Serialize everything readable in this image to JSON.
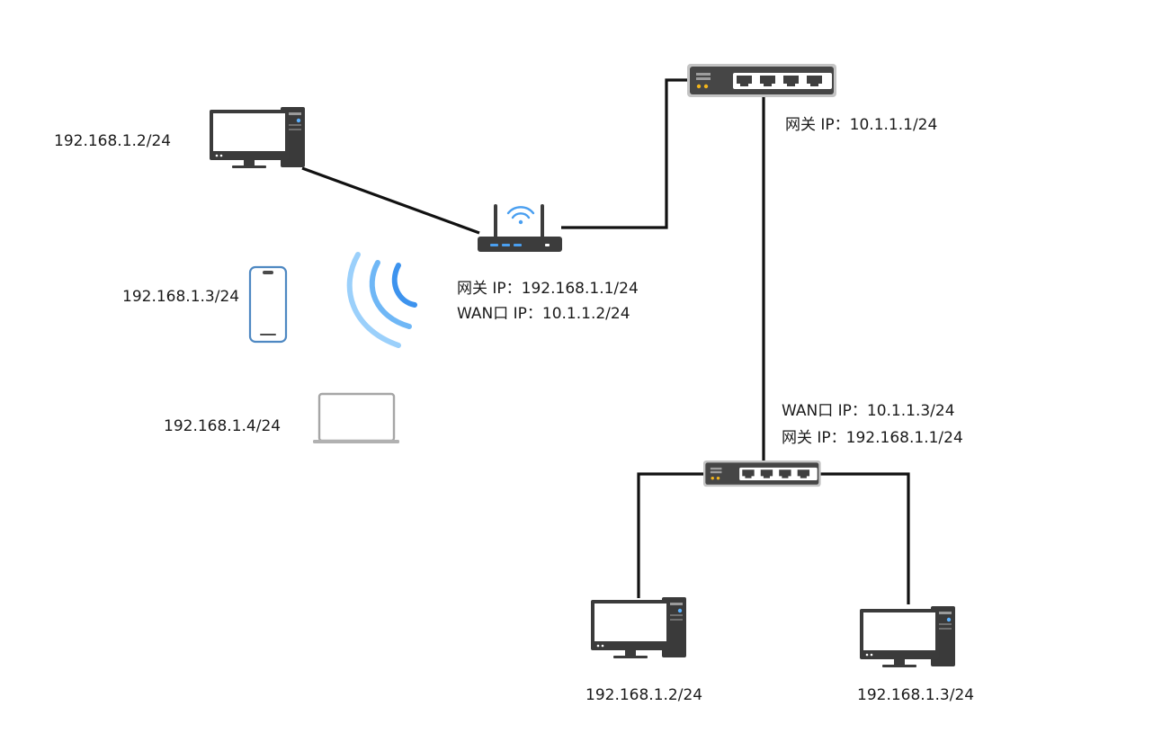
{
  "pc_top_left": {
    "ip": "192.168.1.2/24"
  },
  "phone": {
    "ip": "192.168.1.3/24"
  },
  "laptop": {
    "ip": "192.168.1.4/24"
  },
  "wireless_router": {
    "gateway_ip": "网关 IP：192.168.1.1/24",
    "wan_ip": "WAN口 IP：10.1.1.2/24"
  },
  "upper_switch": {
    "gateway_ip": "网关 IP：10.1.1.1/24"
  },
  "lower_switch": {
    "wan_ip": "WAN口 IP：10.1.1.3/24",
    "gateway_ip": "网关 IP：192.168.1.1/24"
  },
  "pc_bottom_left": {
    "ip": "192.168.1.2/24"
  },
  "pc_bottom_right": {
    "ip": "192.168.1.3/24"
  },
  "colors": {
    "link": "#111111",
    "device_dark": "#3c3c3c",
    "wifi_blue": "#4a9ff0",
    "led_yellow": "#f2b51c"
  }
}
